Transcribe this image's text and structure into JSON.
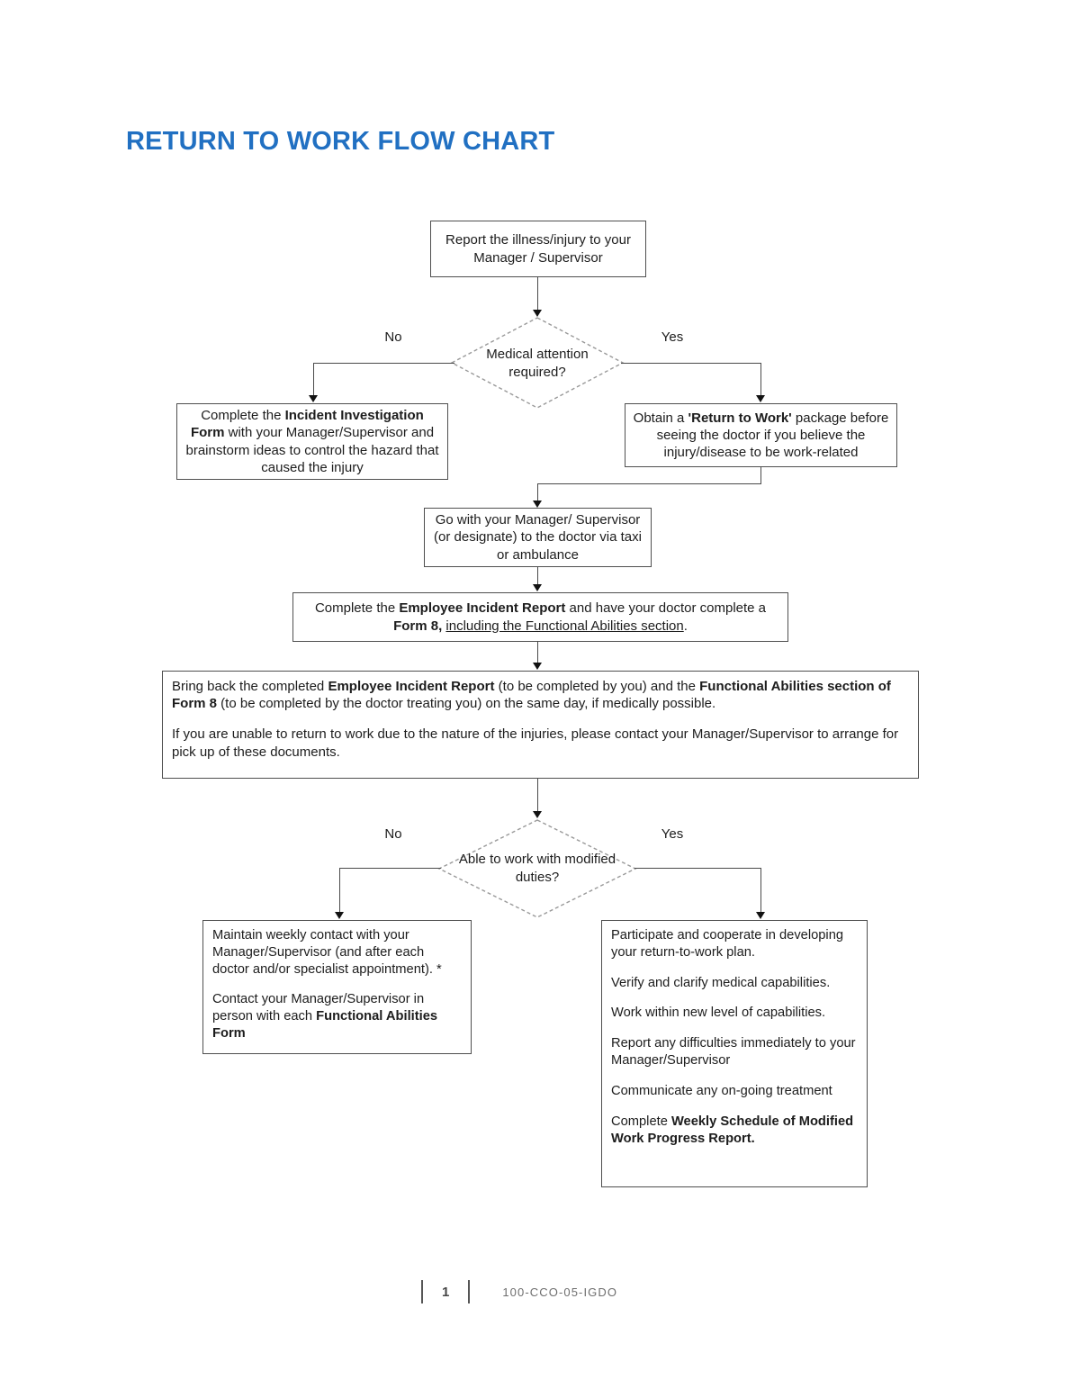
{
  "page": {
    "title": "RETURN TO WORK FLOW CHART"
  },
  "colors": {
    "title_blue": "#2170c2",
    "line": "#4a4a4a",
    "box_border": "#4f4f4f"
  },
  "flowchart": {
    "start": {
      "text": "Report the illness/injury to your Manager / Supervisor"
    },
    "decision1": {
      "question": "Medical attention required?",
      "no": "No",
      "yes": "Yes"
    },
    "incident_form": {
      "pre": "Complete the ",
      "bold": "Incident Investigation Form",
      "post": " with your Manager/Supervisor and brainstorm ideas to control the hazard that caused the injury"
    },
    "obtain_package": {
      "pre": "Obtain a ",
      "bold": "'Return to Work'",
      "post": " package before seeing the doctor if you believe the injury/disease to be work-related"
    },
    "go_with": {
      "text": "Go with your Manager/ Supervisor (or designate) to the doctor via taxi or ambulance"
    },
    "complete_form8": {
      "p1": "Complete the ",
      "b1": "Employee Incident Report",
      "p2": " and have your doctor complete a ",
      "b2": "Form 8,",
      "p3": " ",
      "u1": "including the Functional Abilities section",
      "p4": "."
    },
    "bring_back": {
      "para1_p1": "Bring back the completed ",
      "para1_b1": "Employee Incident Report",
      "para1_p2": " (to be completed by you) and the ",
      "para1_b2": "Functional Abilities section of Form 8",
      "para1_p3": " (to be completed by the doctor treating you) on the same day, if medically possible.",
      "para2": "If you are unable to return to work due to the nature of the injuries, please contact your Manager/Supervisor to arrange for pick up of these documents."
    },
    "decision2": {
      "question": "Able to work with modified duties?",
      "no": "No",
      "yes": "Yes"
    },
    "maintain_contact": {
      "para1": "Maintain weekly contact with your Manager/Supervisor (and after each doctor and/or specialist appointment). *",
      "para2_pre": "Contact your Manager/Supervisor in person with each ",
      "para2_bold": "Functional Abilities Form"
    },
    "participate": {
      "para1": "Participate and cooperate in developing your return-to-work plan.",
      "para2": "Verify and clarify medical capabilities.",
      "para3": "Work within new level of capabilities.",
      "para4": "Report any difficulties immediately to your Manager/Supervisor",
      "para5": "Communicate any on-going treatment",
      "para6_pre": "Complete ",
      "para6_bold": "Weekly Schedule of Modified Work Progress Report",
      "para6_post": "."
    }
  },
  "footer": {
    "page_number": "1",
    "doc_code": "100-CCO-05-IGDO"
  }
}
